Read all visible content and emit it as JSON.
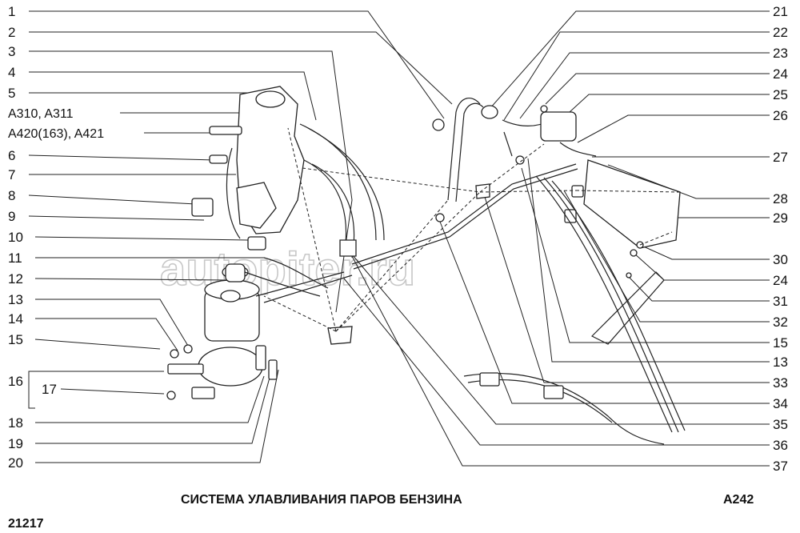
{
  "title": "СИСТЕМА УЛАВЛИВАНИЯ ПАРОВ БЕНЗИНА",
  "code": "A242",
  "model": "21217",
  "watermark": "autopiter.ru",
  "left_labels": [
    "1",
    "2",
    "3",
    "4",
    "5",
    "A310,  A311",
    "A420(163),  A421",
    "6",
    "7",
    "8",
    "9",
    "10",
    "11",
    "12",
    "13",
    "14",
    "15",
    "16",
    "17",
    "18",
    "19",
    "20"
  ],
  "right_labels": [
    "21",
    "22",
    "23",
    "24",
    "25",
    "26",
    "27",
    "28",
    "29",
    "30",
    "24",
    "31",
    "32",
    "15",
    "13",
    "33",
    "34",
    "35",
    "36",
    "37"
  ]
}
